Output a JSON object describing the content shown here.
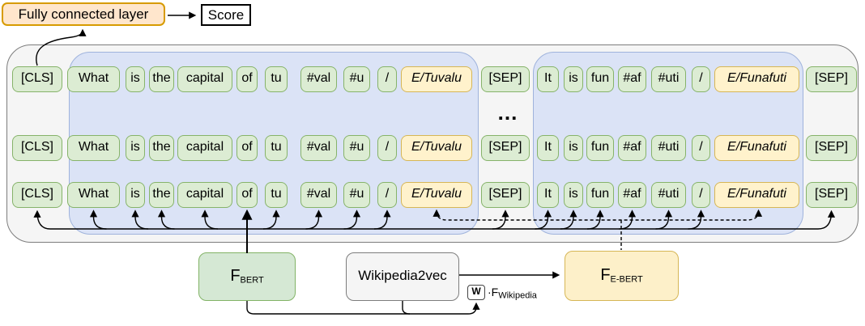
{
  "header": {
    "fully_connected_label": "Fully connected layer",
    "score_label": "Score"
  },
  "rows_count": 3,
  "ellipsis": "...",
  "sequence": [
    {
      "text": "[CLS]",
      "kind": "special"
    },
    {
      "text": "What",
      "kind": "word"
    },
    {
      "text": "is",
      "kind": "word"
    },
    {
      "text": "the",
      "kind": "word"
    },
    {
      "text": "capital",
      "kind": "word"
    },
    {
      "text": "of",
      "kind": "word"
    },
    {
      "text": "tu",
      "kind": "word"
    },
    {
      "text": "#val",
      "kind": "word"
    },
    {
      "text": "#u",
      "kind": "word"
    },
    {
      "text": "/",
      "kind": "word"
    },
    {
      "text": "E/Tuvalu",
      "kind": "entity"
    },
    {
      "text": "[SEP]",
      "kind": "special"
    },
    {
      "text": "It",
      "kind": "word"
    },
    {
      "text": "is",
      "kind": "word"
    },
    {
      "text": "fun",
      "kind": "word"
    },
    {
      "text": "#af",
      "kind": "word"
    },
    {
      "text": "#uti",
      "kind": "word"
    },
    {
      "text": "/",
      "kind": "word"
    },
    {
      "text": "E/Funafuti",
      "kind": "entity"
    },
    {
      "text": "[SEP]",
      "kind": "special"
    }
  ],
  "models": {
    "f_bert": {
      "base": "F",
      "sub": "BERT"
    },
    "wikipedia2vec": "Wikipedia2vec",
    "w_matrix": "W",
    "w_product": {
      "dot": "·",
      "base": "F",
      "sub": "Wikipedia"
    },
    "f_ebert": {
      "base": "F",
      "sub": "E-BERT"
    }
  },
  "colors": {
    "fc_fill": "#ffe6cc",
    "fc_border": "#d79b00",
    "container_fill": "#f5f5f5",
    "container_border": "#7d7d7d",
    "group_blue_fill": "#dbe3f6",
    "group_blue_border": "#9fb3dc",
    "token_green_fill": "#dcecd3",
    "token_green_border": "#86b36a",
    "entity_yellow_fill": "#fff2cc",
    "entity_yellow_border": "#d6b656",
    "bert_fill": "#d5e8d4",
    "bert_border": "#82b366",
    "ebert_fill": "#fdf0c9",
    "wiki_fill": "#f5f5f5",
    "wiki_border": "#7d7d7d"
  }
}
